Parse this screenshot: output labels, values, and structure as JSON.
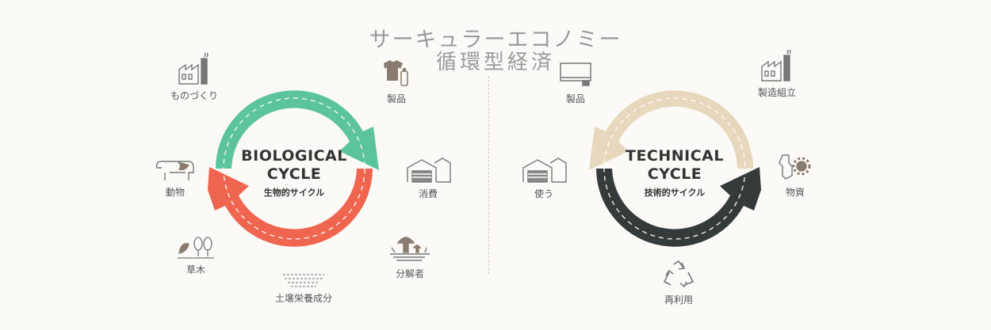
{
  "title": {
    "en": "サーキュラーエコノミー",
    "ja": "循環型経済"
  },
  "biological": {
    "name_en_line1": "BIOLOGICAL",
    "name_en_line2": "CYCLE",
    "name_ja": "生物的サイクル",
    "color_top": "#5bc49a",
    "color_bottom": "#f0654f",
    "nodes": {
      "manufacturing": {
        "label": "ものづくり",
        "icon": "factory-icon"
      },
      "products": {
        "label": "製品",
        "icon": "shirt-bottle-icon"
      },
      "consumption": {
        "label": "消費",
        "icon": "house-icon"
      },
      "decomposers": {
        "label": "分解者",
        "icon": "mushroom-icon"
      },
      "soil": {
        "label": "土壌栄養成分",
        "icon": "soil-icon"
      },
      "plants": {
        "label": "草木",
        "icon": "trees-icon"
      },
      "animals": {
        "label": "動物",
        "icon": "cow-icon"
      }
    }
  },
  "technical": {
    "name_en_line1": "TECHNICAL",
    "name_en_line2": "CYCLE",
    "name_ja": "技術的サイクル",
    "color_top": "#e6d7bd",
    "color_bottom": "#353a3b",
    "nodes": {
      "products": {
        "label": "製品",
        "icon": "monitor-icon"
      },
      "assembly": {
        "label": "製造組立",
        "icon": "factory-icon"
      },
      "materials": {
        "label": "物資",
        "icon": "gear-icon"
      },
      "recycle": {
        "label": "再利用",
        "icon": "recycle-icon"
      },
      "use": {
        "label": "使う",
        "icon": "house-icon"
      }
    }
  }
}
